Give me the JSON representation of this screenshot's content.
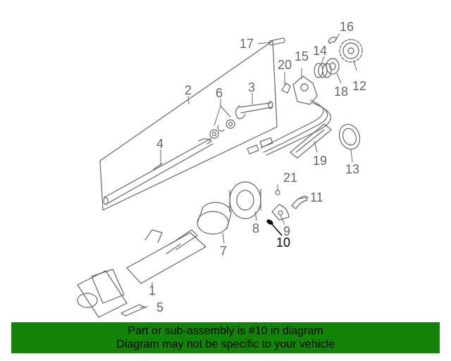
{
  "diagram": {
    "callouts": {
      "n1": "1",
      "n2": "2",
      "n3": "3",
      "n4": "4",
      "n5": "5",
      "n6": "6",
      "n7": "7",
      "n8": "8",
      "n9": "9",
      "n10": "10",
      "n11": "11",
      "n12": "12",
      "n13": "13",
      "n14": "14",
      "n15": "15",
      "n16": "16",
      "n17": "17",
      "n18": "18",
      "n19": "19",
      "n20": "20",
      "n21": "21"
    },
    "highlighted_part": "10"
  },
  "banner": {
    "line1": "Part or sub-assembly is #10 in diagram",
    "line2": "Diagram may not be specific to your vehicle"
  },
  "colors": {
    "banner_bg": "#118406",
    "line": "#666666",
    "highlight": "#000000"
  }
}
